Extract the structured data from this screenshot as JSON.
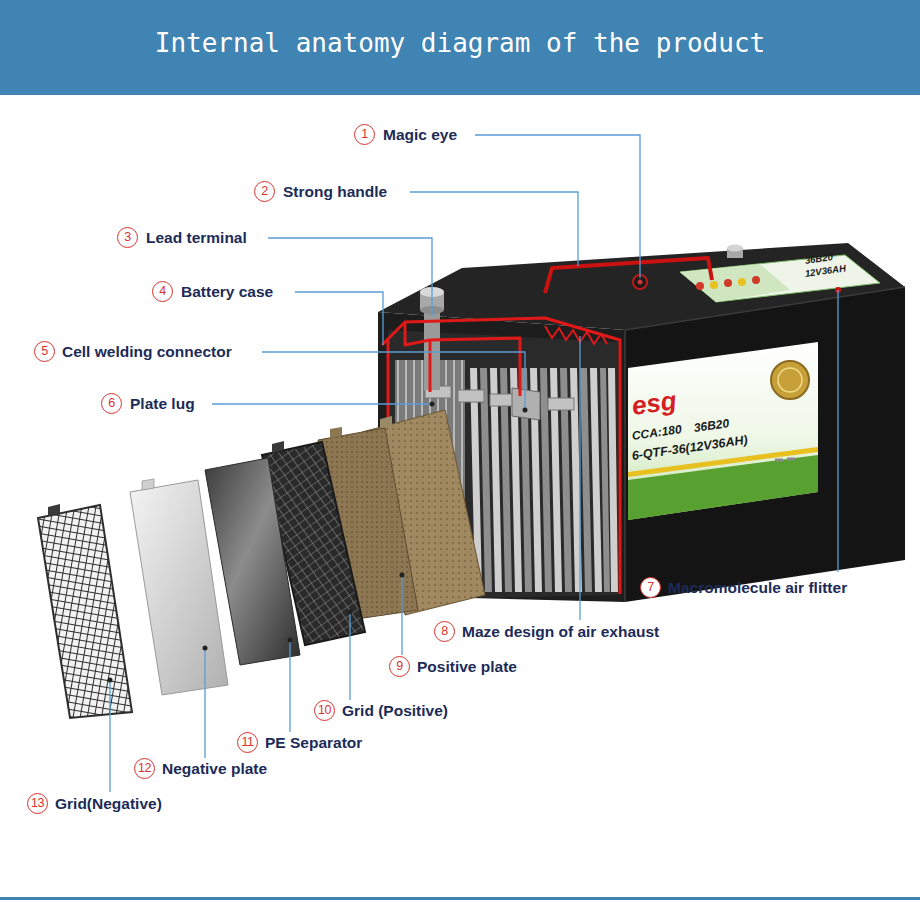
{
  "diagram": {
    "title": "Internal anatomy diagram of the product",
    "labels": [
      "1",
      "Magic eye",
      "2",
      "Strong handle",
      "3",
      "Lead terminal",
      "4",
      "Battery case",
      "5",
      "Cell welding connector",
      "6",
      "Plate lug",
      "7",
      "Macromolecule air flitter",
      "8",
      "Maze design of air exhaust",
      "9",
      "Positive plate",
      "10",
      "Grid (Positive)",
      "11",
      "PE Separator",
      "12",
      "Negative plate",
      "13",
      "Grid(Negative)",
      "esg",
      "CCA:180",
      "36B20",
      "6-QTF-36(12V36AH)",
      "36B20",
      "12V36AH"
    ]
  }
}
